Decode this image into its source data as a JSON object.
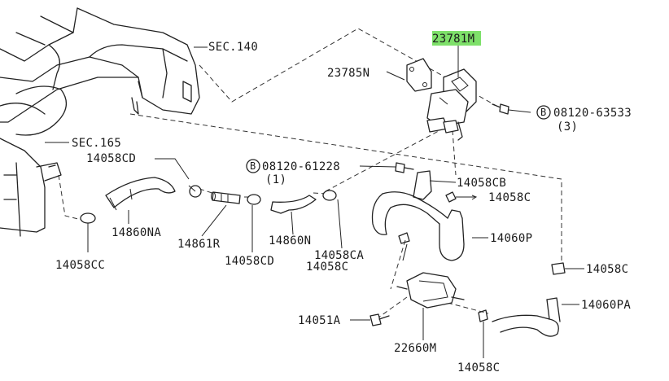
{
  "labels": {
    "sec140": "SEC.140",
    "sec165": "SEC.165",
    "p23781m": "23781M",
    "p23785n": "23785N",
    "bolt_b1_num": "08120-63533",
    "bolt_b1_qty": "(3)",
    "bolt_b2_num": "08120-61228",
    "bolt_b2_qty": "(1)",
    "bolt_prefix": "B",
    "p14058cd_top": "14058CD",
    "p14058cb": "14058CB",
    "p14058c_a": "14058C",
    "p14860na": "14860NA",
    "p14861r": "14861R",
    "p14060p": "14060P",
    "p14058cc": "14058CC",
    "p14058cd_bot": "14058CD",
    "p14860n": "14860N",
    "p14058ca": "14058CA",
    "p14058c_b": "14058C",
    "p14058c_c": "14058C",
    "p14060pa": "14060PA",
    "p14051a": "14051A",
    "p22660m": "22660M",
    "p14058c_d": "14058C"
  },
  "colors": {
    "highlight": "#7ee06a",
    "line": "#222222"
  }
}
